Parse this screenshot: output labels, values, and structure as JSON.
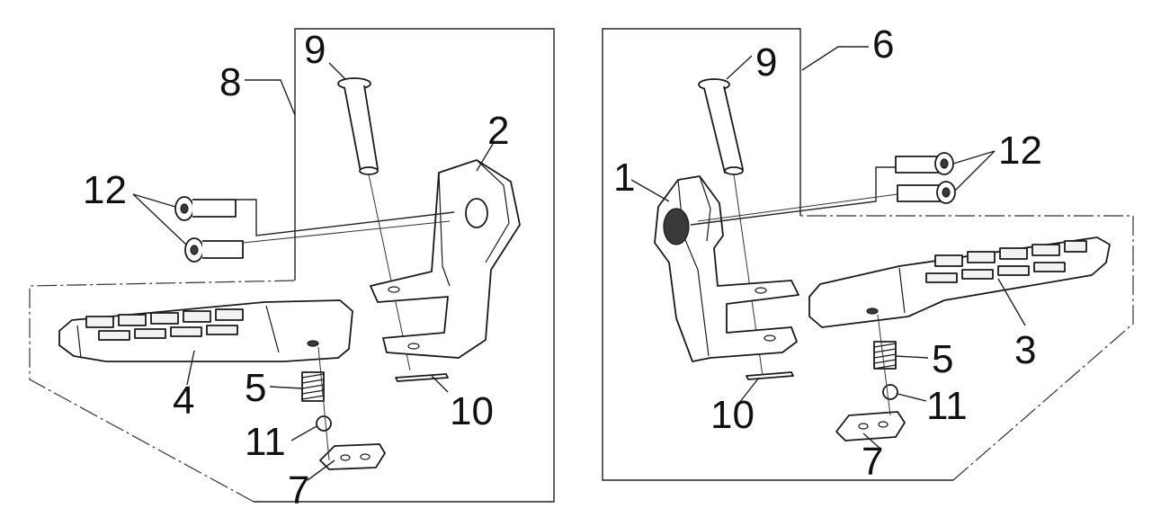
{
  "diagram": {
    "left_assembly": {
      "labels": [
        "8",
        "9",
        "2",
        "12",
        "4",
        "5",
        "10",
        "11",
        "7"
      ]
    },
    "right_assembly": {
      "labels": [
        "9",
        "6",
        "1",
        "12",
        "3",
        "5",
        "10",
        "11",
        "7"
      ]
    },
    "colors": {
      "line": "#1a1a1a",
      "background": "#ffffff"
    }
  }
}
